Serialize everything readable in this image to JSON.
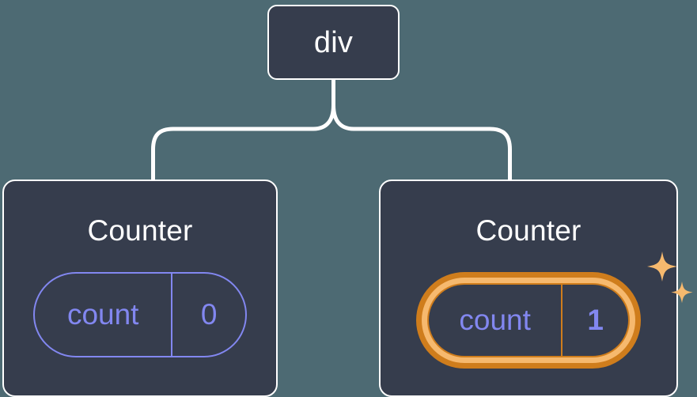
{
  "diagram": {
    "title": "React component tree with highlighted state",
    "background_color": "#4d6a73",
    "card_fill_color": "#363d4d",
    "card_stroke_color": "#ffffff",
    "state_accent_color": "#8287f0",
    "highlight_outer_color": "#cf7d1c",
    "highlight_inner_color": "#f6b96e",
    "connector_color": "#ffffff"
  },
  "root": {
    "label": "div"
  },
  "children": [
    {
      "label": "Counter",
      "state": {
        "key": "count",
        "value": "0",
        "highlighted": false
      }
    },
    {
      "label": "Counter",
      "state": {
        "key": "count",
        "value": "1",
        "highlighted": true
      },
      "sparkle": {
        "name": "sparkle-icon",
        "color": "#f6b96e",
        "count": 2
      }
    }
  ]
}
